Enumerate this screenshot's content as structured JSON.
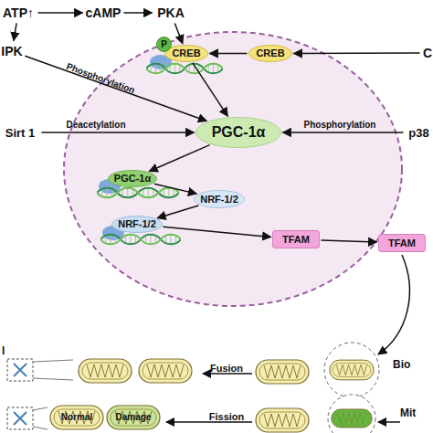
{
  "diagram": {
    "nodes": [
      {
        "text": [
          "ATP↑"
        ]
      },
      {
        "text": [
          "cAMP"
        ]
      },
      {
        "text": [
          "PKA"
        ]
      },
      {
        "text": [
          "IPK"
        ]
      },
      {
        "text": [
          "CREB"
        ]
      },
      {
        "text": [
          "P"
        ],
        "in": 4
      },
      {
        "text": [
          "CREB"
        ]
      },
      {
        "text": [
          "C"
        ]
      },
      {
        "text": [
          "Sirt 1"
        ]
      },
      {
        "text": [
          "PGC-1α"
        ]
      },
      {
        "text": [
          "p38"
        ]
      },
      {
        "text": [
          "PGC-1α"
        ]
      },
      {
        "text": [
          "NRF-1/2"
        ]
      },
      {
        "text": [
          "NRF-1/2"
        ]
      },
      {
        "text": [
          "TFAM"
        ]
      },
      {
        "text": [
          "TFAM"
        ]
      },
      {
        "text": [
          "Normal"
        ]
      },
      {
        "text": [
          "Damage"
        ]
      }
    ],
    "edges": [
      {
        "from": 0,
        "to": 1,
        "arrow": "to"
      },
      {
        "from": 1,
        "to": 2,
        "arrow": "to"
      },
      {
        "from": 0,
        "to": 3,
        "arrow": "to"
      },
      {
        "from": 2,
        "to": 4,
        "arrow": "to"
      },
      {
        "from": 6,
        "to": 4,
        "arrow": "to"
      },
      {
        "from": 7,
        "to": 6,
        "arrow": "to"
      },
      {
        "from": 3,
        "to": 9,
        "label": "Phosphorylation",
        "arrow": "to"
      },
      {
        "from": 4,
        "to": 9,
        "arrow": "to"
      },
      {
        "from": 8,
        "to": 9,
        "label": "Deacetylation",
        "arrow": "to"
      },
      {
        "from": 10,
        "to": 9,
        "label": "Phosphorylation",
        "arrow": "to"
      },
      {
        "from": 9,
        "to": 11,
        "arrow": "to"
      },
      {
        "from": 11,
        "to": 12,
        "arrow": "to"
      },
      {
        "from": 12,
        "to": 13,
        "arrow": "to"
      },
      {
        "from": 13,
        "to": 14,
        "arrow": "to"
      },
      {
        "from": 14,
        "to": 15,
        "arrow": "to"
      }
    ],
    "labels": [
      "Fusion",
      "Fission",
      "Bio",
      "Mit",
      "l"
    ]
  }
}
